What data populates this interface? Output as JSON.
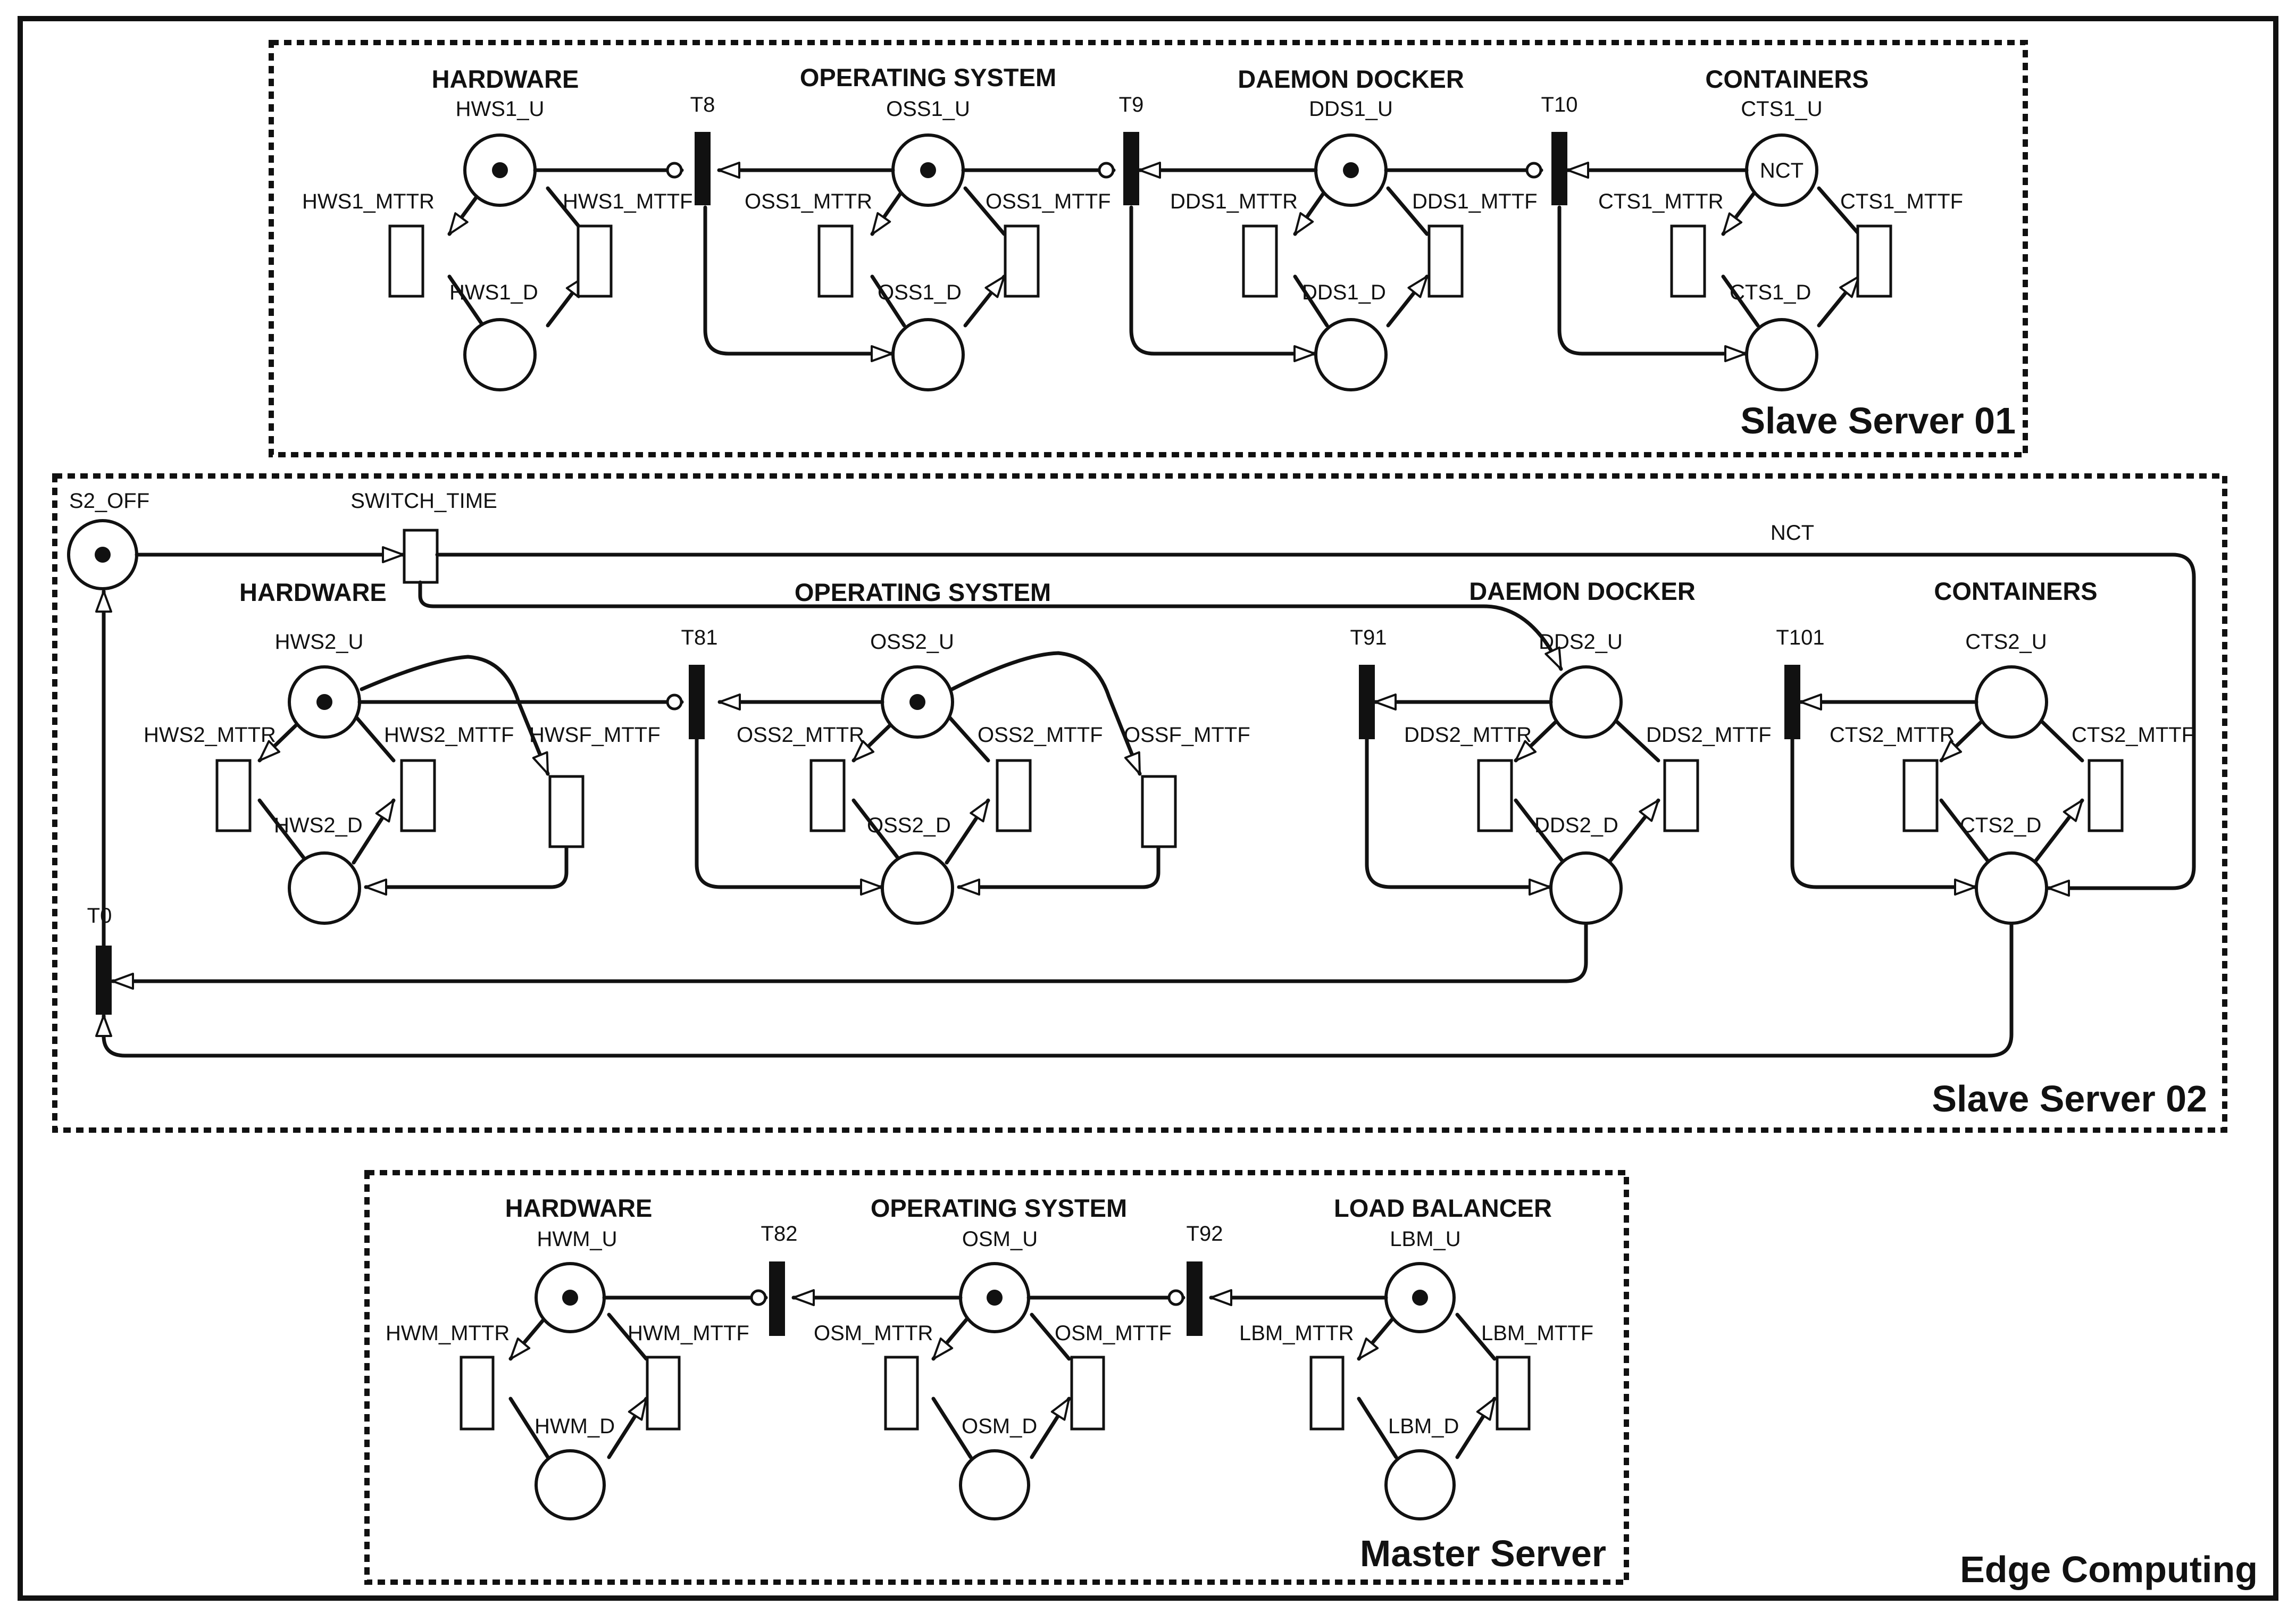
{
  "diagram_title": "Edge Computing",
  "modules": {
    "slave1": "Slave Server 01",
    "slave2": "Slave Server 02",
    "master": "Master Server"
  },
  "sections": {
    "s1_hw": "HARDWARE",
    "s1_os": "OPERATING SYSTEM",
    "s1_dd": "DAEMON DOCKER",
    "s1_ct": "CONTAINERS",
    "s2_hw": "HARDWARE",
    "s2_os": "OPERATING SYSTEM",
    "s2_dd": "DAEMON DOCKER",
    "s2_ct": "CONTAINERS",
    "m_hw": "HARDWARE",
    "m_os": "OPERATING SYSTEM",
    "m_lb": "LOAD BALANCER"
  },
  "labels": {
    "HWS1_U": "HWS1_U",
    "HWS1_MTTR": "HWS1_MTTR",
    "HWS1_MTTF": "HWS1_MTTF",
    "HWS1_D": "HWS1_D",
    "OSS1_U": "OSS1_U",
    "OSS1_MTTR": "OSS1_MTTR",
    "OSS1_MTTF": "OSS1_MTTF",
    "OSS1_D": "OSS1_D",
    "DDS1_U": "DDS1_U",
    "DDS1_MTTR": "DDS1_MTTR",
    "DDS1_MTTF": "DDS1_MTTF",
    "DDS1_D": "DDS1_D",
    "CTS1_U": "CTS1_U",
    "CTS1_MTTR": "CTS1_MTTR",
    "CTS1_MTTF": "CTS1_MTTF",
    "CTS1_D": "CTS1_D",
    "T8": "T8",
    "T9": "T9",
    "T10": "T10",
    "S2_OFF": "S2_OFF",
    "SWITCH_TIME": "SWITCH_TIME",
    "NCT_arc": "NCT",
    "T0": "T0",
    "HWS2_U": "HWS2_U",
    "HWS2_MTTR": "HWS2_MTTR",
    "HWS2_MTTF": "HWS2_MTTF",
    "HWS2_D": "HWS2_D",
    "HWSF_MTTF": "HWSF_MTTF",
    "OSS2_U": "OSS2_U",
    "OSS2_MTTR": "OSS2_MTTR",
    "OSS2_MTTF": "OSS2_MTTF",
    "OSS2_D": "OSS2_D",
    "OSSF_MTTF": "OSSF_MTTF",
    "DDS2_U": "DDS2_U",
    "DDS2_MTTR": "DDS2_MTTR",
    "DDS2_MTTF": "DDS2_MTTF",
    "DDS2_D": "DDS2_D",
    "CTS2_U": "CTS2_U",
    "CTS2_MTTR": "CTS2_MTTR",
    "CTS2_MTTF": "CTS2_MTTF",
    "CTS2_D": "CTS2_D",
    "T81": "T81",
    "T91": "T91",
    "T101": "T101",
    "HWM_U": "HWM_U",
    "HWM_MTTR": "HWM_MTTR",
    "HWM_MTTF": "HWM_MTTF",
    "HWM_D": "HWM_D",
    "OSM_U": "OSM_U",
    "OSM_MTTR": "OSM_MTTR",
    "OSM_MTTF": "OSM_MTTF",
    "OSM_D": "OSM_D",
    "LBM_U": "LBM_U",
    "LBM_MTTR": "LBM_MTTR",
    "LBM_MTTF": "LBM_MTTF",
    "LBM_D": "LBM_D",
    "T82": "T82",
    "T92": "T92"
  },
  "tokens": {
    "CTS1_U": "NCT"
  }
}
